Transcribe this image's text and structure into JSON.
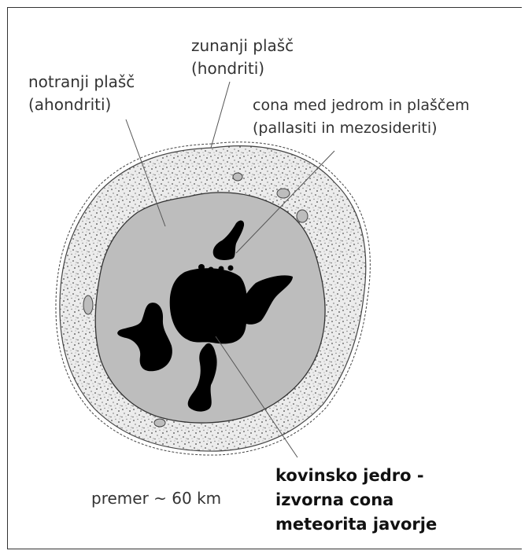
{
  "labels": {
    "outer_mantle": {
      "line1": "zunanji plašč",
      "line2": "(hondriti)"
    },
    "inner_mantle": {
      "line1": "notranji plašč",
      "line2": "(ahondriti)"
    },
    "core_mantle_zone": {
      "line1": "cona med jedrom in plaščem",
      "line2": "(pallasiti in mezosideriti)"
    },
    "metal_core": {
      "line1": "kovinsko jedro -",
      "line2": "izvorna cona",
      "line3": "meteorita javorje"
    },
    "diameter": "premer ~ 60 km"
  },
  "colors": {
    "outer_mantle_fill": "#e8e8e8",
    "inner_mantle_fill": "#bdbdbd",
    "core_fill": "#000000",
    "outline": "#333333"
  }
}
